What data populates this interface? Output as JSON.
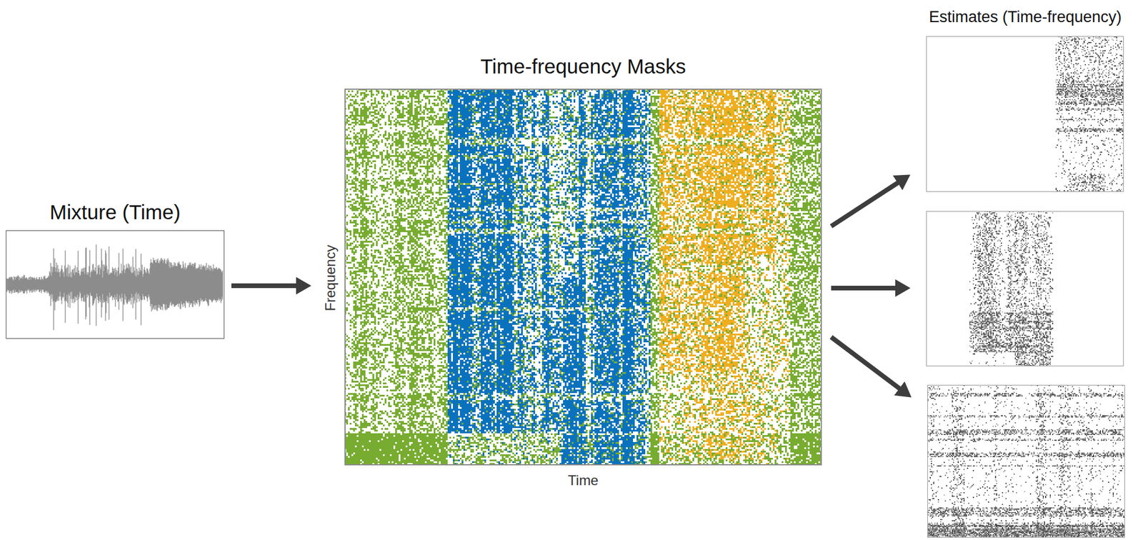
{
  "diagram": {
    "nodes": [
      {
        "text": [
          "Mixture (Time)"
        ]
      },
      {
        "text": [
          "Time-frequency Masks",
          "Frequency",
          "Time"
        ]
      },
      {
        "text": [
          "Estimates (Time-frequency)"
        ]
      },
      {
        "text": [],
        "in": 2
      },
      {
        "text": [],
        "in": 2
      },
      {
        "text": [],
        "in": 2
      }
    ],
    "edges": [
      {
        "from": 0,
        "to": 1,
        "arrow": "to"
      },
      {
        "from": 1,
        "to": 3,
        "arrow": "to"
      },
      {
        "from": 1,
        "to": 4,
        "arrow": "to"
      },
      {
        "from": 1,
        "to": 5,
        "arrow": "to"
      }
    ]
  }
}
